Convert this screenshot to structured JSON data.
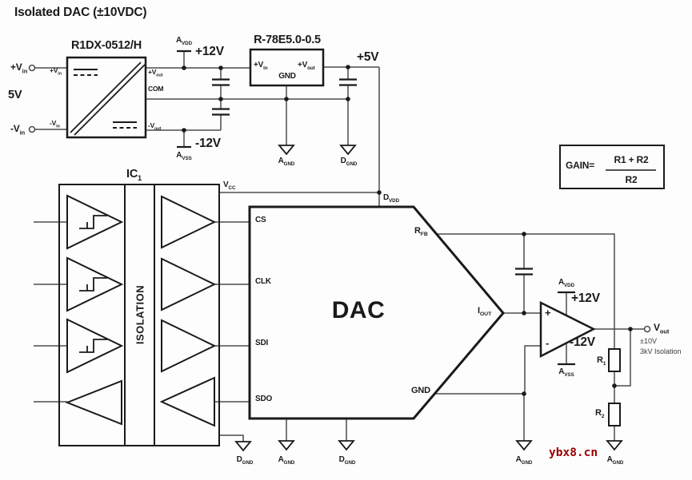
{
  "title": "Isolated DAC (±10VDC)",
  "colors": {
    "wire": "#4d4d4d",
    "component": "#1a1a1a",
    "text": "#1a1a1a",
    "watermark": "#990000",
    "background": "#fdfdfd"
  },
  "input": {
    "pos": {
      "m": "+V",
      "s": "in"
    },
    "voltage": "5V",
    "neg": {
      "m": "-V",
      "s": "in"
    }
  },
  "converter": {
    "name": "R1DX-0512/H",
    "pins": {
      "vin_pos": {
        "m": "+V",
        "s": "in"
      },
      "vin_neg": {
        "m": "-V",
        "s": "in"
      },
      "vout_pos": {
        "m": "+V",
        "s": "out"
      },
      "com": "COM",
      "vout_neg": {
        "m": "-V",
        "s": "out"
      }
    }
  },
  "rails": {
    "avdd": {
      "m": "A",
      "s": "VDD"
    },
    "plus12": "+12V",
    "avss": {
      "m": "A",
      "s": "VSS"
    },
    "minus12": "-12V",
    "plus5": "+5V"
  },
  "regulator": {
    "name": "R-78E5.0-0.5",
    "pins": {
      "vin": {
        "m": "+V",
        "s": "in"
      },
      "gnd": "GND",
      "vout": {
        "m": "+V",
        "s": "out"
      }
    },
    "agnd": {
      "m": "A",
      "s": "GND"
    },
    "dgnd": {
      "m": "D",
      "s": "GND"
    }
  },
  "ic1": {
    "name": {
      "m": "IC",
      "s": "1"
    },
    "isolation": "ISOLATION",
    "vcc": {
      "m": "V",
      "s": "CC"
    },
    "dgnd": {
      "m": "D",
      "s": "GND"
    }
  },
  "dac": {
    "name": "DAC",
    "dvdd": {
      "m": "D",
      "s": "VDD"
    },
    "pins": {
      "cs": "CS",
      "clk": "CLK",
      "sdi": "SDI",
      "sdo": "SDO",
      "rfb": {
        "m": "R",
        "s": "FB"
      },
      "iout": {
        "m": "I",
        "s": "OUT"
      },
      "gnd": "GND"
    },
    "agnd": {
      "m": "A",
      "s": "GND"
    },
    "dgnd": {
      "m": "D",
      "s": "GND"
    }
  },
  "opamp": {
    "avdd": {
      "m": "A",
      "s": "VDD"
    },
    "plus12": "+12V",
    "avss": {
      "m": "A",
      "s": "VSS"
    },
    "minus12": "-12V",
    "plus": "+",
    "minus": "-",
    "agnd": {
      "m": "A",
      "s": "GND"
    }
  },
  "output": {
    "vout": {
      "m": "V",
      "s": "out"
    },
    "spec1": "±10V",
    "spec2": "3kV Isolation",
    "r1": {
      "m": "R",
      "s": "1"
    },
    "r2": {
      "m": "R",
      "s": "2"
    },
    "agnd": {
      "m": "A",
      "s": "GND"
    }
  },
  "gain": {
    "lhs": "GAIN=",
    "numerator": "R1 + R2",
    "denominator": "R2"
  },
  "watermark": "ybx8.cn"
}
